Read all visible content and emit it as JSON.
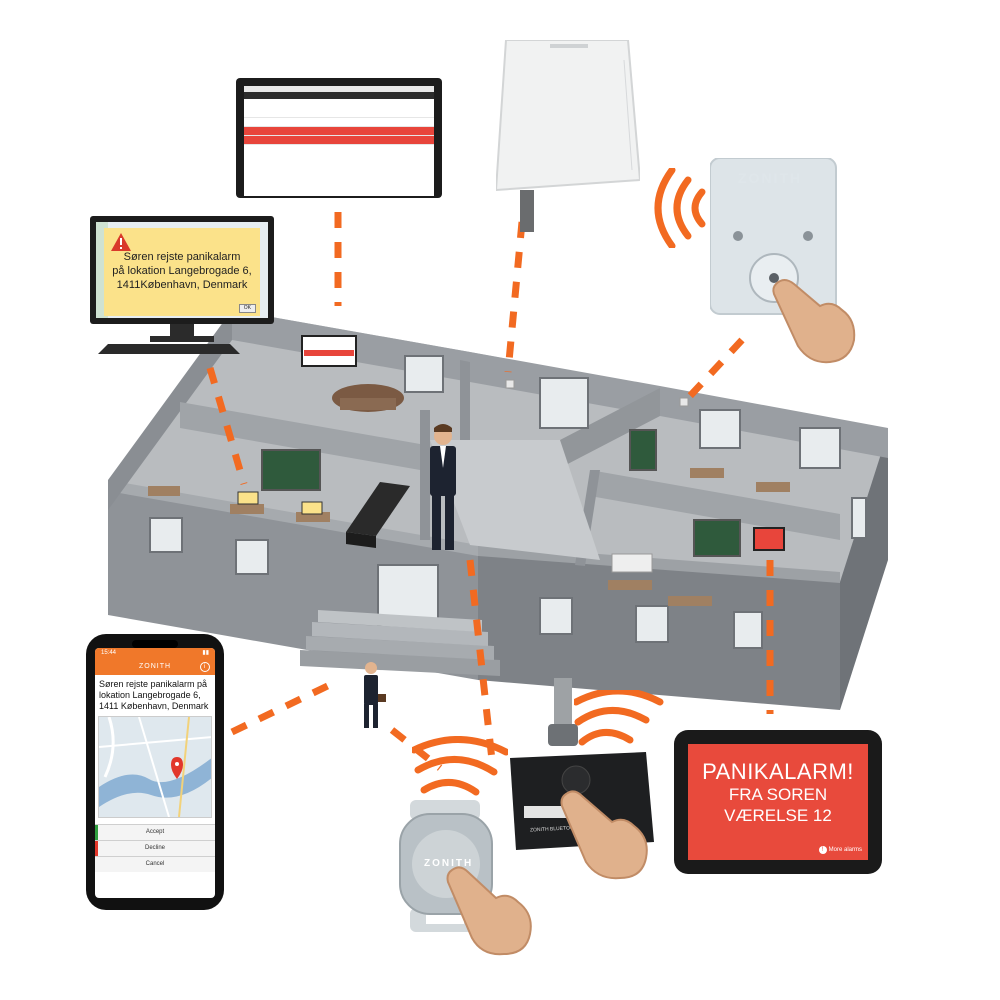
{
  "desktop_alert": {
    "line1": "Søren rejste panikalarm",
    "line2": "på lokation Langebrogade 6,",
    "line3": "1411København, Denmark",
    "ok_label": "OK"
  },
  "phone": {
    "time": "15:44",
    "app_name": "ZONITH",
    "message_line1": "Søren rejste panikalarm på",
    "message_line2": "lokation Langebrogade 6,",
    "message_line3": "1411 København, Denmark",
    "accept_label": "Accept",
    "decline_label": "Decline",
    "cancel_label": "Cancel",
    "accent_accept": "#2e9e3e",
    "accent_decline": "#e2372b"
  },
  "tablet": {
    "line1": "PANIKALARM!",
    "line2": "FRA SOREN",
    "line3": "VÆRELSE 12",
    "more_label": "More alarms"
  },
  "wall_button": {
    "brand": "ZONITH"
  },
  "wrist_device": {
    "brand": "ZONITH"
  },
  "badge_device": {
    "label": "ZONITH BLUETOOTH LE"
  },
  "colors": {
    "link_line": "#f26a21",
    "alert_yellow": "#fbe28a",
    "alarm_red": "#e84a3c",
    "app_orange": "#f0782a",
    "wall_gray": "#8d9196",
    "floor_gray": "#b9bcbf"
  },
  "icons": [
    "warning-icon",
    "map-pin-icon",
    "info-icon",
    "wifi-signal-icon",
    "hand-pointer-icon",
    "alarm-dot-icon"
  ]
}
